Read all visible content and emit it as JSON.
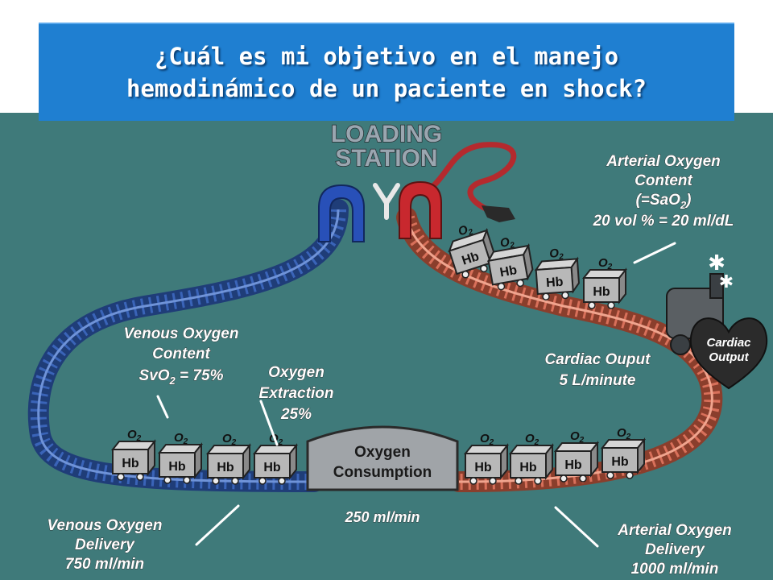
{
  "slide": {
    "title_line1": "¿Cuál es mi objetivo en el manejo",
    "title_line2": "hemodinámico de un paciente en shock?"
  },
  "diagram": {
    "station_line1": "LOADING",
    "station_line2": "STATION",
    "arterial_content": [
      "Arterial Oxygen",
      "Content",
      "(=SaO",
      "2",
      ")",
      "20 vol % = 20 ml/dL"
    ],
    "venous_content": [
      "Venous Oxygen",
      "Content",
      "SvO",
      "2",
      " = 75%"
    ],
    "extraction": [
      "Oxygen",
      "Extraction",
      "25%"
    ],
    "cardiac_output_engine": [
      "Cardiac",
      "Output"
    ],
    "cardiac_output": [
      "Cardiac Ouput",
      "5 L/minute"
    ],
    "consumption": [
      "Oxygen",
      "Consumption"
    ],
    "consumption_value": "250 ml/min",
    "venous_delivery": [
      "Venous Oxygen",
      "Delivery",
      "750 ml/min"
    ],
    "arterial_delivery": [
      "Arterial Oxygen",
      "Delivery",
      "1000 ml/min"
    ],
    "car_label": "Hb",
    "o2_label": "O",
    "o2_sub": "2"
  },
  "colors": {
    "background": "#3f7a7a",
    "title_box": "#1f7fd1",
    "venous": "#3a64b8",
    "arterial": "#d8705a",
    "red_tunnel": "#c8282e",
    "blue_tunnel": "#2850b8"
  }
}
